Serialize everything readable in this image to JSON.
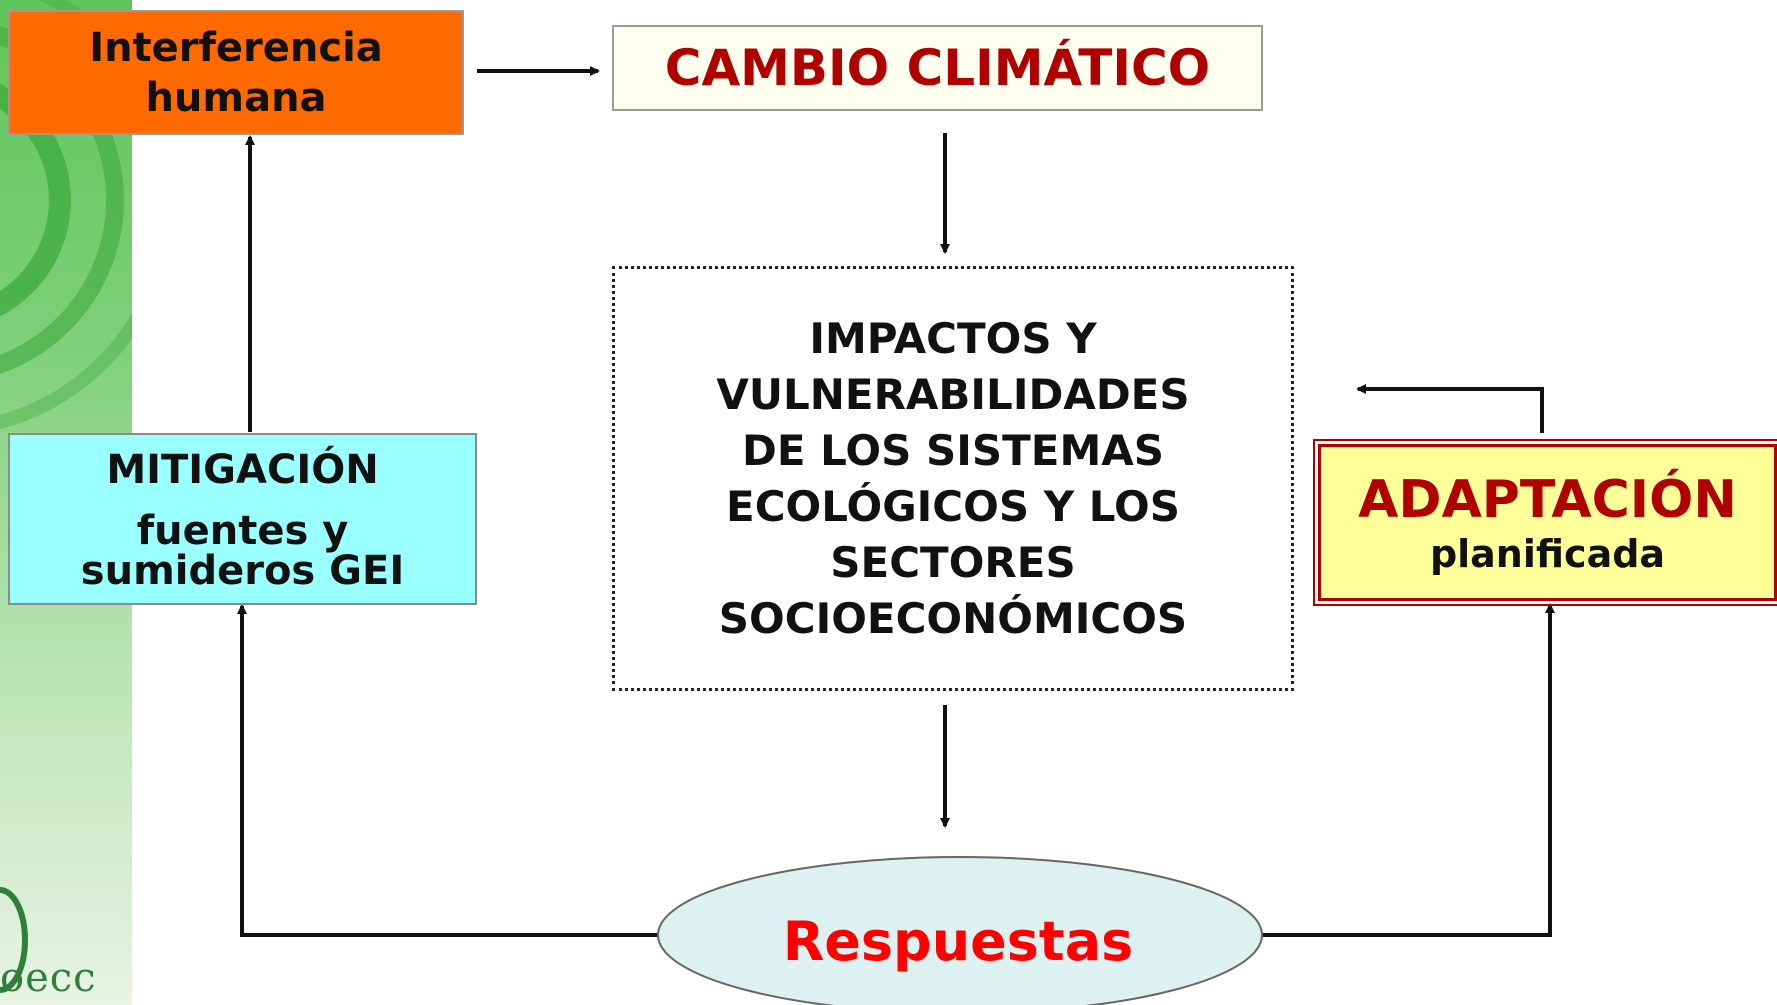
{
  "logo": {
    "text": "oecc"
  },
  "nodes": {
    "interferencia": {
      "line1": "Interferencia",
      "line2": "humana"
    },
    "cambio": {
      "label": "CAMBIO CLIMÁTICO"
    },
    "impactos": {
      "lines": [
        "IMPACTOS Y",
        "VULNERABILIDADES",
        "DE LOS SISTEMAS",
        "ECOLÓGICOS Y LOS",
        "SECTORES",
        "SOCIOECONÓMICOS"
      ]
    },
    "mitigacion": {
      "title": "MITIGACIÓN",
      "line2": "fuentes y",
      "line3": "sumideros GEI"
    },
    "adaptacion": {
      "title": "ADAPTACIÓN",
      "subtitle": "planificada"
    },
    "respuestas": {
      "label": "Respuestas"
    }
  },
  "colors": {
    "interferencia_fill": "#ff6a00",
    "cambio_text": "#b00000",
    "mitigacion_fill": "#99ffff",
    "adaptacion_fill": "#ffff99",
    "adaptacion_border": "#b00000",
    "respuestas_fill": "#ddf1f1",
    "respuestas_text": "#ff0000"
  }
}
